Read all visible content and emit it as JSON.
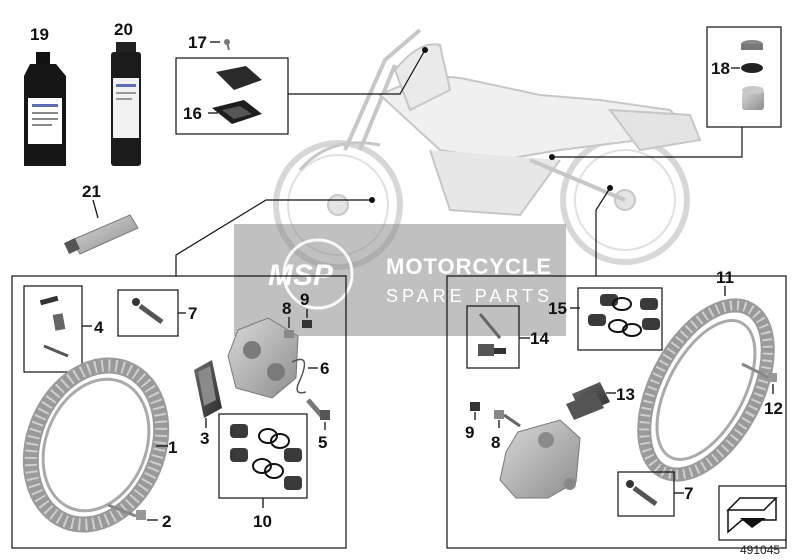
{
  "diagram_id": "491045",
  "watermark": {
    "logo": "MSP",
    "line1": "MOTORCYCLE",
    "line2": "SPARE PARTS"
  },
  "labels": {
    "p1": "1",
    "p2": "2",
    "p3": "3",
    "p4": "4",
    "p5": "5",
    "p6": "6",
    "p7a": "7",
    "p7b": "7",
    "p8a": "8",
    "p8b": "8",
    "p9a": "9",
    "p9b": "9",
    "p10": "10",
    "p11": "11",
    "p12": "12",
    "p13": "13",
    "p14": "14",
    "p15": "15",
    "p16": "16",
    "p17": "17",
    "p18": "18",
    "p19": "19",
    "p20": "20",
    "p21": "21"
  },
  "colors": {
    "line": "#111111",
    "watermark_bg": "#8c8c8c",
    "accent": "#e9792c"
  }
}
